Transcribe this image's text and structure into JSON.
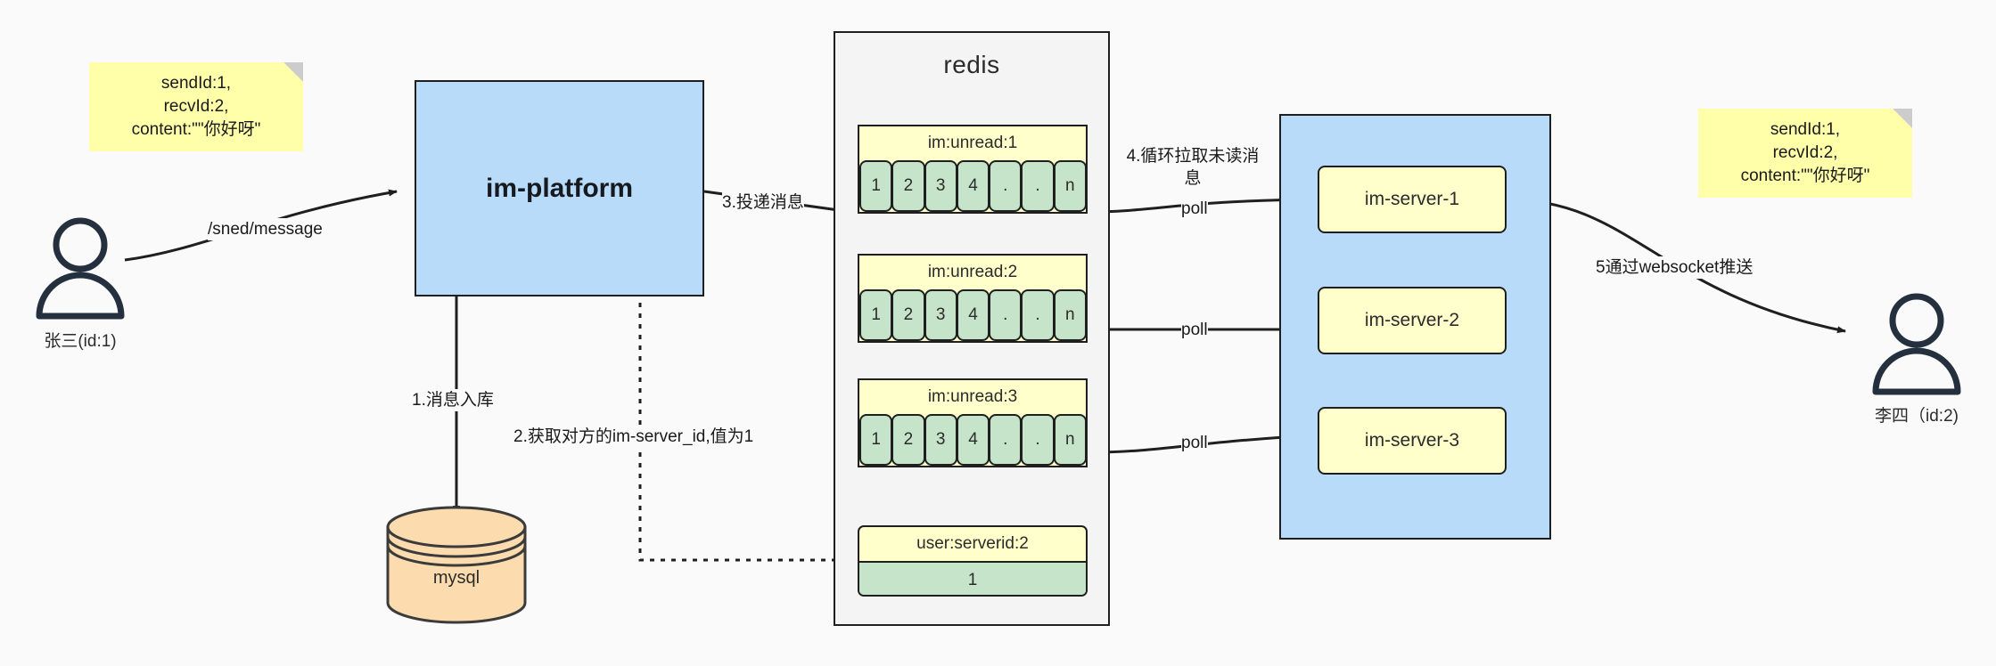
{
  "diagram": {
    "title": "IM message delivery architecture",
    "colors": {
      "note_bg": "#ffffaa",
      "process_blue": "#b7dbf8",
      "list_yellow": "#ffffcc",
      "cell_green": "#c6e4ca",
      "db_orange": "#fcdcae",
      "stroke": "#1f1f1f",
      "actor": "#25303f"
    }
  },
  "notes": {
    "left": [
      "sendId:1,",
      "recvId:2,",
      "content:\"\"你好呀\""
    ],
    "right": [
      "sendId:1,",
      "recvId:2,",
      "content:\"\"你好呀\""
    ]
  },
  "actors": {
    "sender": {
      "label": "张三(id:1)",
      "icon": "person-icon"
    },
    "receiver": {
      "label": "李四（id:2)",
      "icon": "person-icon"
    }
  },
  "platform": {
    "label": "im-platform"
  },
  "database": {
    "label": "mysql"
  },
  "redis": {
    "title": "redis",
    "lists": [
      {
        "key": "im:unread:1",
        "cells": [
          "1",
          "2",
          "3",
          "4",
          ".",
          ".",
          "n"
        ]
      },
      {
        "key": "im:unread:2",
        "cells": [
          "1",
          "2",
          "3",
          "4",
          ".",
          ".",
          "n"
        ]
      },
      {
        "key": "im:unread:3",
        "cells": [
          "1",
          "2",
          "3",
          "4",
          ".",
          ".",
          "n"
        ]
      }
    ],
    "kv": {
      "key": "user:serverid:2",
      "value": "1"
    }
  },
  "cluster": {
    "servers": [
      {
        "label": "im-server-1"
      },
      {
        "label": "im-server-2"
      },
      {
        "label": "im-server-3"
      }
    ]
  },
  "edges": {
    "send_message": "/sned/message",
    "step1": "1.消息入库",
    "step2": "2.获取对方的im-server_id,值为1",
    "step3": "3.投递消息",
    "step4": "4.循环拉取未读消息",
    "step5": "5通过websocket推送",
    "poll1": "poll",
    "poll2": "poll",
    "poll3": "poll"
  }
}
